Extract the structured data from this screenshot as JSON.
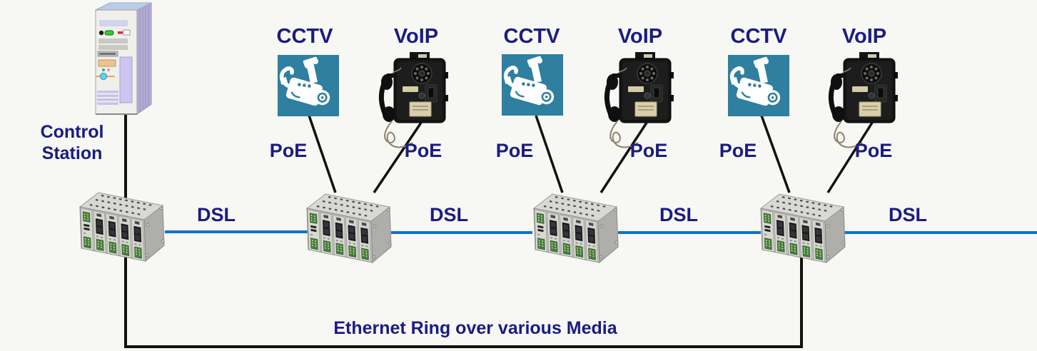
{
  "background_color": "#f7f7f4",
  "colors": {
    "label_text": "#1b1b82",
    "dsl_line": "#1173c8",
    "connection_line": "#111111",
    "ring_line": "#111111",
    "cctv_icon_bg": "#2e7fa0"
  },
  "icons": {
    "control_station": "computer-tower-icon",
    "switch": "ethernet-switch-icon",
    "cctv": "cctv-camera-icon",
    "voip": "telephone-icon"
  },
  "control_station": {
    "label_line1": "Control",
    "label_line2": "Station"
  },
  "node_groups": [
    {
      "cctv_label": "CCTV",
      "voip_label": "VoIP",
      "cctv_poe_label": "PoE",
      "voip_poe_label": "PoE"
    },
    {
      "cctv_label": "CCTV",
      "voip_label": "VoIP",
      "cctv_poe_label": "PoE",
      "voip_poe_label": "PoE"
    },
    {
      "cctv_label": "CCTV",
      "voip_label": "VoIP",
      "cctv_poe_label": "PoE",
      "voip_poe_label": "PoE"
    }
  ],
  "dsl_links": [
    {
      "label": "DSL"
    },
    {
      "label": "DSL"
    },
    {
      "label": "DSL"
    },
    {
      "label": "DSL"
    }
  ],
  "switch_count": 4,
  "ring": {
    "label": "Ethernet Ring over various Media"
  }
}
